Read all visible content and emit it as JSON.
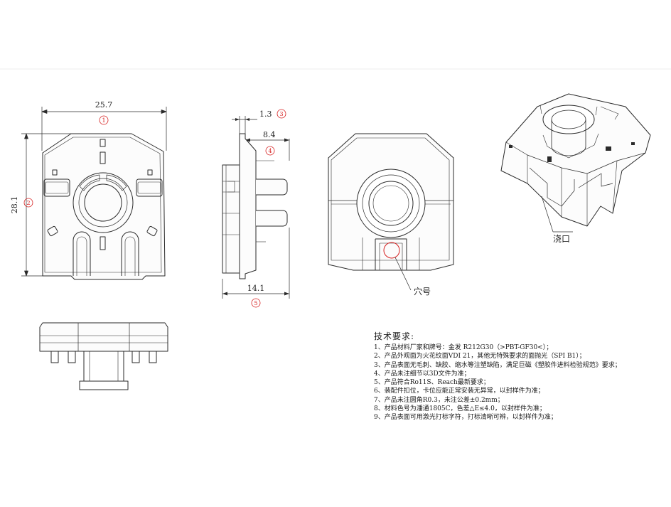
{
  "dimensions": {
    "width": "25.7",
    "height": "28.1",
    "thickness": "1.3",
    "depth": "8.4",
    "total": "14.1"
  },
  "markers": [
    "1",
    "2",
    "3",
    "4",
    "5"
  ],
  "callouts": {
    "gate": "浇口",
    "cavity": "穴号"
  },
  "notes": {
    "title": "技术要求:",
    "items": [
      "1、产品材料厂家和牌号：金发 R212G30（>PBT-GF30<）；",
      "2、产品外观面为火花纹面VDI 21，其他无特殊要求的面抛光（SPI B1）；",
      "3、产品表面无毛刺、缺胶、缩水等注塑缺陷，满足巨磁《塑胶件进料检验规范》要求；",
      "4、产品未注细节以3D文件为准；",
      "5、产品符合Ro11S、Reach最新要求；",
      "6、装配件扣位，卡位应能正常安装无异常，以封样件为准；",
      "7、产品未注圆角R0.3，未注公差±0.2mm；",
      "8、材料色号为潘通1805C，色差△E≤4.0，以封样件为准；",
      "9、产品表面可用激光打标字符，打标清晰可辨，以封样件为准；"
    ]
  },
  "colors": {
    "line": "#2a2a2a",
    "marker": "#d62020"
  }
}
